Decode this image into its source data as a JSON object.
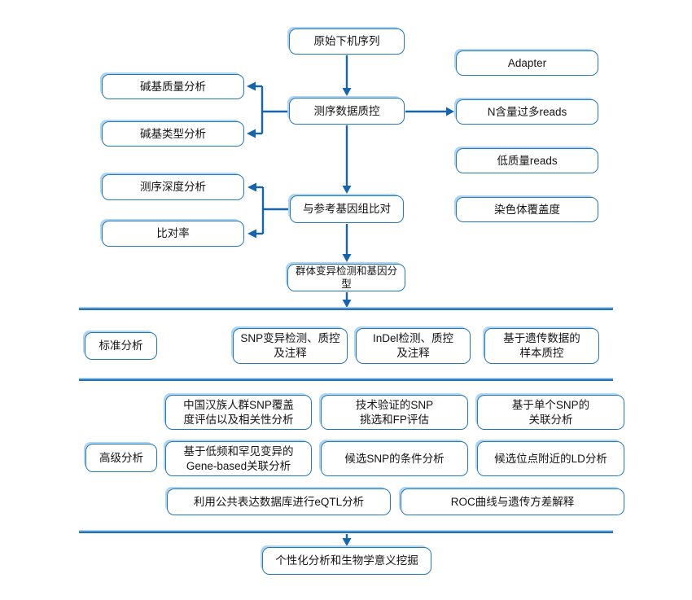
{
  "colors": {
    "box_border": "#2478bc",
    "box_highlight": "#aed5f1",
    "connector": "#1565ad",
    "divider": "#2373b8",
    "text": "#141414"
  },
  "flow": {
    "main": [
      "原始下机序列",
      "测序数据质控",
      "与参考基因组比对",
      "群体变异检测和基因分型"
    ],
    "qc_left": [
      "碱基质量分析",
      "碱基类型分析"
    ],
    "qc_right": [
      "Adapter",
      "N含量过多reads",
      "低质量reads",
      "染色体覆盖度"
    ],
    "align_left": [
      "测序深度分析",
      "比对率"
    ],
    "standard": {
      "section_label": "标准分析",
      "boxes": [
        "SNP变异检测、质控\n及注释",
        "InDel检测、质控\n及注释",
        "基于遗传数据的\n样本质控"
      ]
    },
    "advanced": {
      "section_label": "高级分析",
      "boxes": [
        "中国汉族人群SNP覆盖\n度评估以及相关性分析",
        "技术验证的SNP\n挑选和FP评估",
        "基于单个SNP的\n关联分析",
        "基于低频和罕见变异的\nGene-based关联分析",
        "候选SNP的条件分析",
        "候选位点附近的LD分析"
      ],
      "wide_boxes": [
        "利用公共表达数据库进行eQTL分析",
        "ROC曲线与遗传方差解释"
      ]
    },
    "final_box": "个性化分析和生物学意义挖掘"
  }
}
